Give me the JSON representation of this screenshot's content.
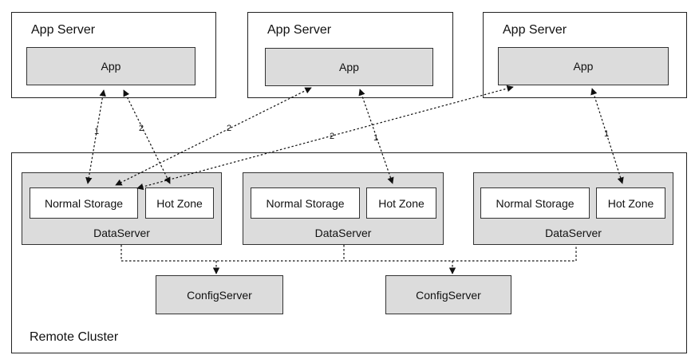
{
  "app_servers": [
    {
      "title": "App Server",
      "app_label": "App"
    },
    {
      "title": "App Server",
      "app_label": "App"
    },
    {
      "title": "App Server",
      "app_label": "App"
    }
  ],
  "cluster": {
    "title": "Remote Cluster"
  },
  "data_servers": [
    {
      "label": "DataServer",
      "normal_storage": "Normal Storage",
      "hot_zone": "Hot Zone"
    },
    {
      "label": "DataServer",
      "normal_storage": "Normal Storage",
      "hot_zone": "Hot Zone"
    },
    {
      "label": "DataServer",
      "normal_storage": "Normal Storage",
      "hot_zone": "Hot Zone"
    }
  ],
  "config_servers": [
    {
      "label": "ConfigServer"
    },
    {
      "label": "ConfigServer"
    }
  ],
  "arrow_labels": [
    "1",
    "2",
    "2",
    "2",
    "1",
    "1"
  ]
}
